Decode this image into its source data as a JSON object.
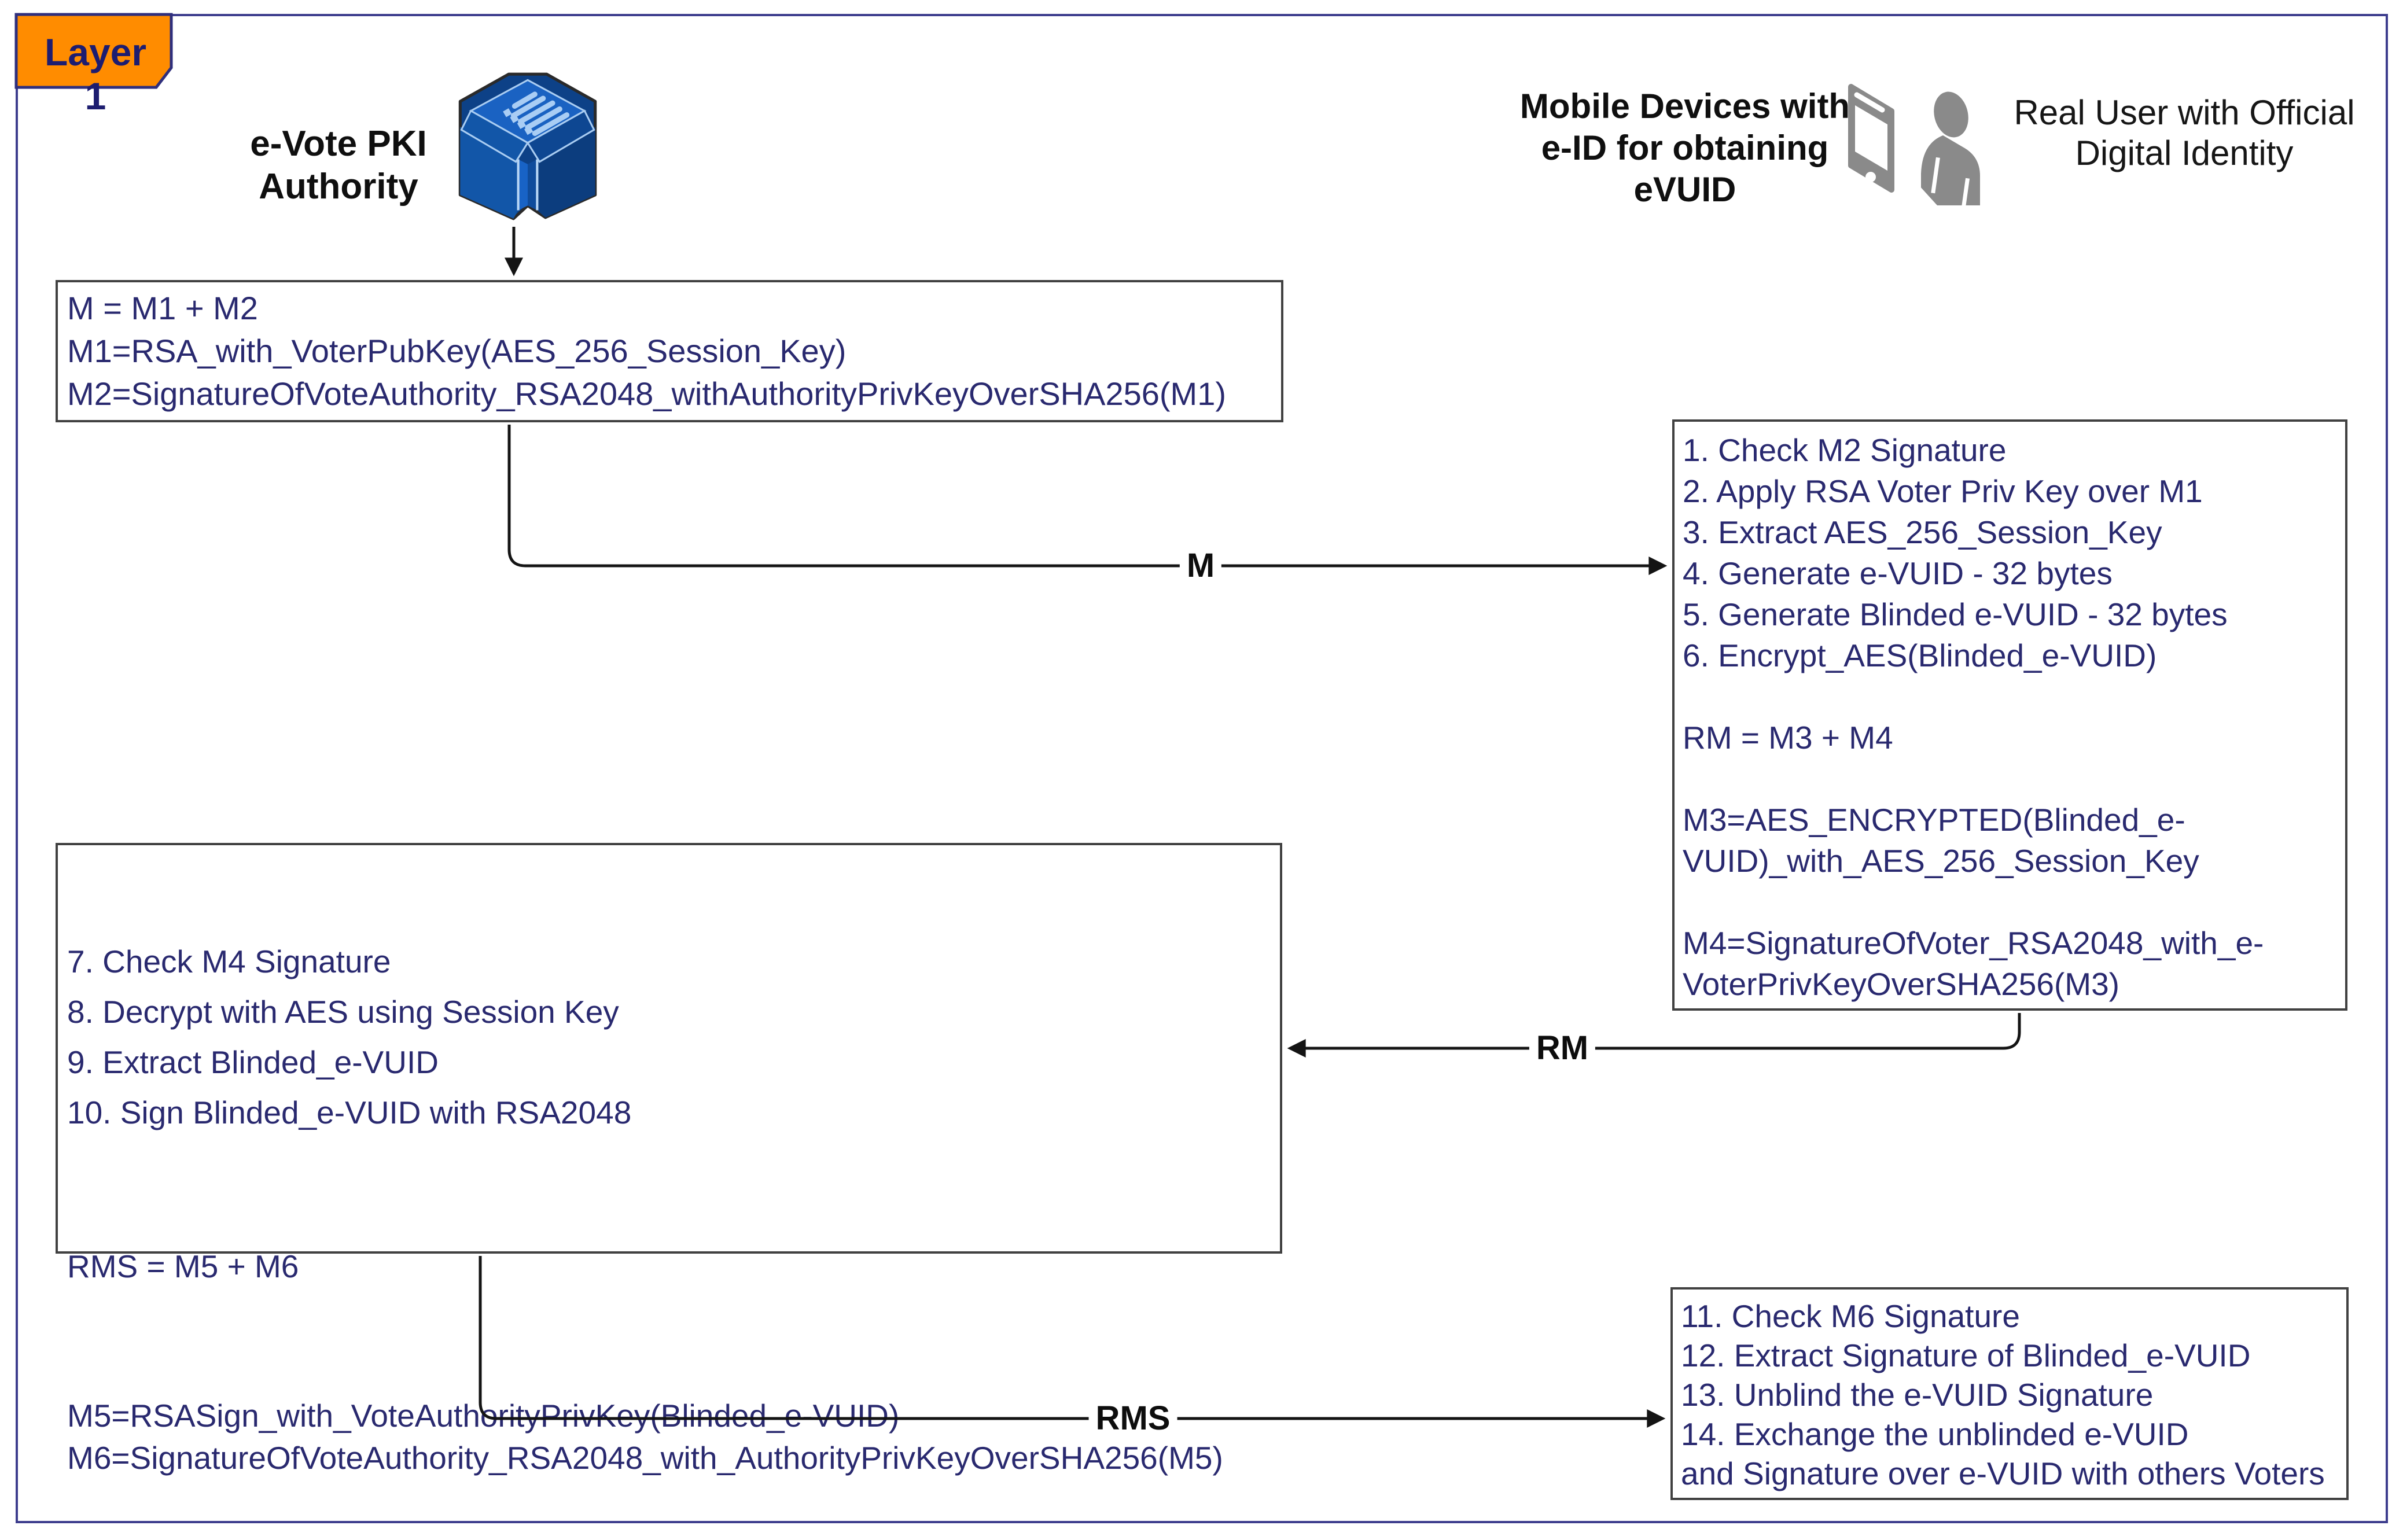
{
  "layer_tag": "Layer 1",
  "actors": {
    "pki_authority_label": "e-Vote PKI\nAuthority",
    "mobile_devices_label": "Mobile Devices with\ne-ID for obtaining\neVUID",
    "real_user_label": "Real User with Official\nDigital Identity"
  },
  "boxes": {
    "message_m": "M = M1 + M2\nM1=RSA_with_VoterPubKey(AES_256_Session_Key)\nM2=SignatureOfVoteAuthority_RSA2048_withAuthorityPrivKeyOverSHA256(M1)",
    "voter_steps": "1. Check M2 Signature\n2. Apply RSA Voter Priv Key over M1\n3. Extract AES_256_Session_Key\n4. Generate e-VUID - 32 bytes\n5. Generate Blinded e-VUID - 32 bytes\n6. Encrypt_AES(Blinded_e-VUID)\n\nRM = M3 + M4\n\nM3=AES_ENCRYPTED(Blinded_e-\nVUID)_with_AES_256_Session_Key\n\nM4=SignatureOfVoter_RSA2048_with_e-\nVoterPrivKeyOverSHA256(M3)",
    "authority_steps": "7. Check M4 Signature\n8. Decrypt with AES using Session Key\n9. Extract Blinded_e-VUID\n10. Sign Blinded_e-VUID with RSA2048",
    "authority_rms": "RMS = M5 + M6",
    "authority_formulas": "M5=RSASign_with_VoteAuthorityPrivKey(Blinded_e-VUID)\nM6=SignatureOfVoteAuthority_RSA2048_with_AuthorityPrivKeyOverSHA256(M5)",
    "exchange_steps": "11. Check M6 Signature\n12. Extract Signature of Blinded_e-VUID\n13. Unblind the e-VUID Signature\n14. Exchange the unblinded e-VUID\nand Signature over e-VUID with others Voters"
  },
  "arrow_labels": {
    "m": "M",
    "rm": "RM",
    "rms": "RMS"
  },
  "colors": {
    "accent_orange": "#FF8C00",
    "navy_text": "#29296F",
    "border_indigo": "#3E3E8E",
    "box_border": "#414141",
    "icon_blue": "#1A62C2",
    "icon_blue_dark": "#0D4187",
    "icon_gray": "#8A8A8A",
    "arrow_black": "#141414"
  }
}
